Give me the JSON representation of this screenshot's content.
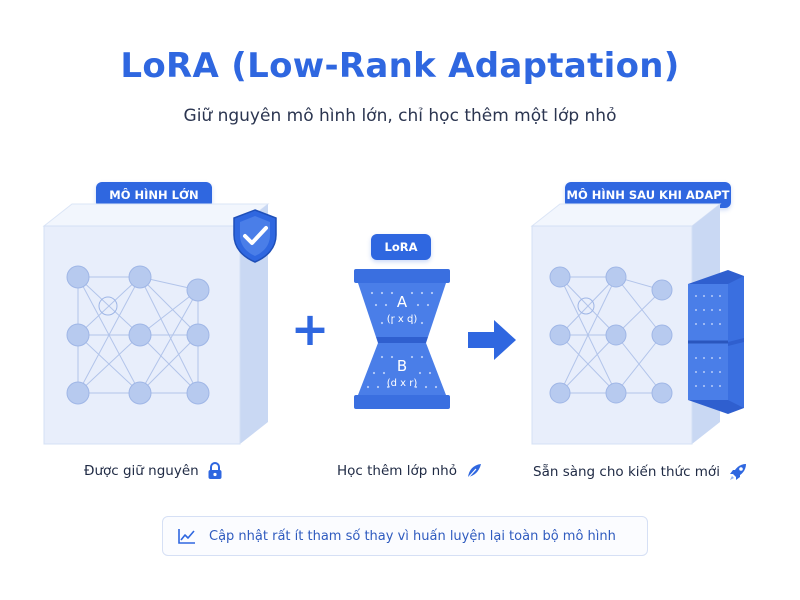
{
  "header": {
    "title": "LoRA (Low-Rank Adaptation)",
    "subtitle": "Giữ nguyên mô hình lớn, chỉ học thêm một lớp nhỏ"
  },
  "panels": {
    "left": {
      "label": "MÔ HÌNH LỚN",
      "caption": "Được giữ nguyên",
      "icon": "lock-icon"
    },
    "middle": {
      "label": "LoRA",
      "caption": "Học thêm lớp nhỏ",
      "icon": "feather-icon",
      "matrix_a": {
        "name": "A",
        "dims": "(r x d)"
      },
      "matrix_b": {
        "name": "B",
        "dims": "(d x r)"
      }
    },
    "right": {
      "label": "MÔ HÌNH SAU KHI ADAPT",
      "caption": "Sẵn sàng cho kiến thức mới",
      "icon": "rocket-icon"
    }
  },
  "operators": {
    "plus": "+",
    "arrow": "arrow-right-icon"
  },
  "footer": {
    "note": "Cập nhật rất ít tham số thay vì huấn luyện lại toàn bộ mô hình",
    "icon": "line-chart-icon"
  },
  "colors": {
    "accent": "#2f67e0",
    "panel_face": "#e8eefb",
    "panel_side": "#c9d8f3",
    "node": "#b7caef",
    "lora_blue": "#3a6fe0"
  }
}
